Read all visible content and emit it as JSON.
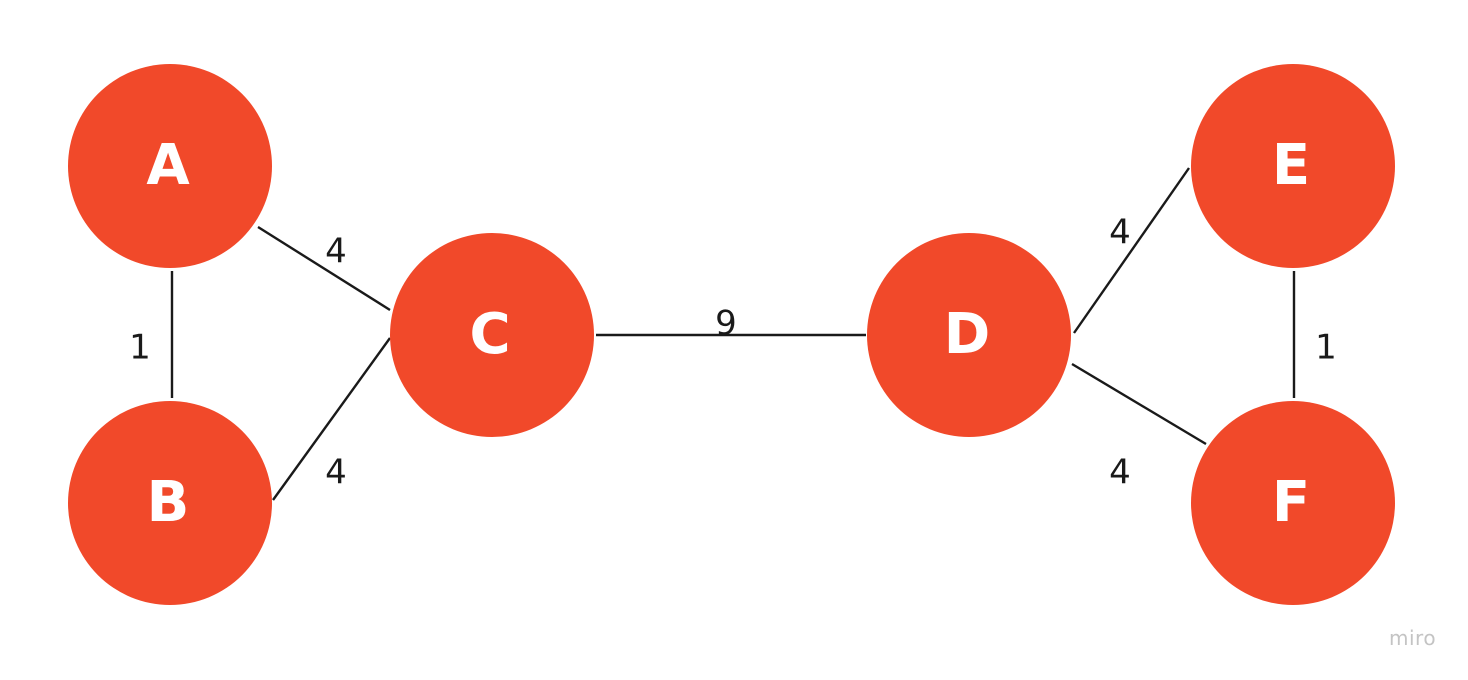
{
  "colors": {
    "node_fill": "#F1492A",
    "node_text": "#FFFFFF",
    "edge": "#1A1A1A",
    "watermark": "#C4C4C4"
  },
  "nodes": [
    {
      "id": "A",
      "label": "A"
    },
    {
      "id": "B",
      "label": "B"
    },
    {
      "id": "C",
      "label": "C"
    },
    {
      "id": "D",
      "label": "D"
    },
    {
      "id": "E",
      "label": "E"
    },
    {
      "id": "F",
      "label": "F"
    }
  ],
  "edges": [
    {
      "from": "A",
      "to": "B",
      "weight": "1"
    },
    {
      "from": "A",
      "to": "C",
      "weight": "4"
    },
    {
      "from": "B",
      "to": "C",
      "weight": "4"
    },
    {
      "from": "C",
      "to": "D",
      "weight": "9"
    },
    {
      "from": "D",
      "to": "E",
      "weight": "4"
    },
    {
      "from": "D",
      "to": "F",
      "weight": "4"
    },
    {
      "from": "E",
      "to": "F",
      "weight": "1"
    }
  ],
  "watermark": "miro"
}
